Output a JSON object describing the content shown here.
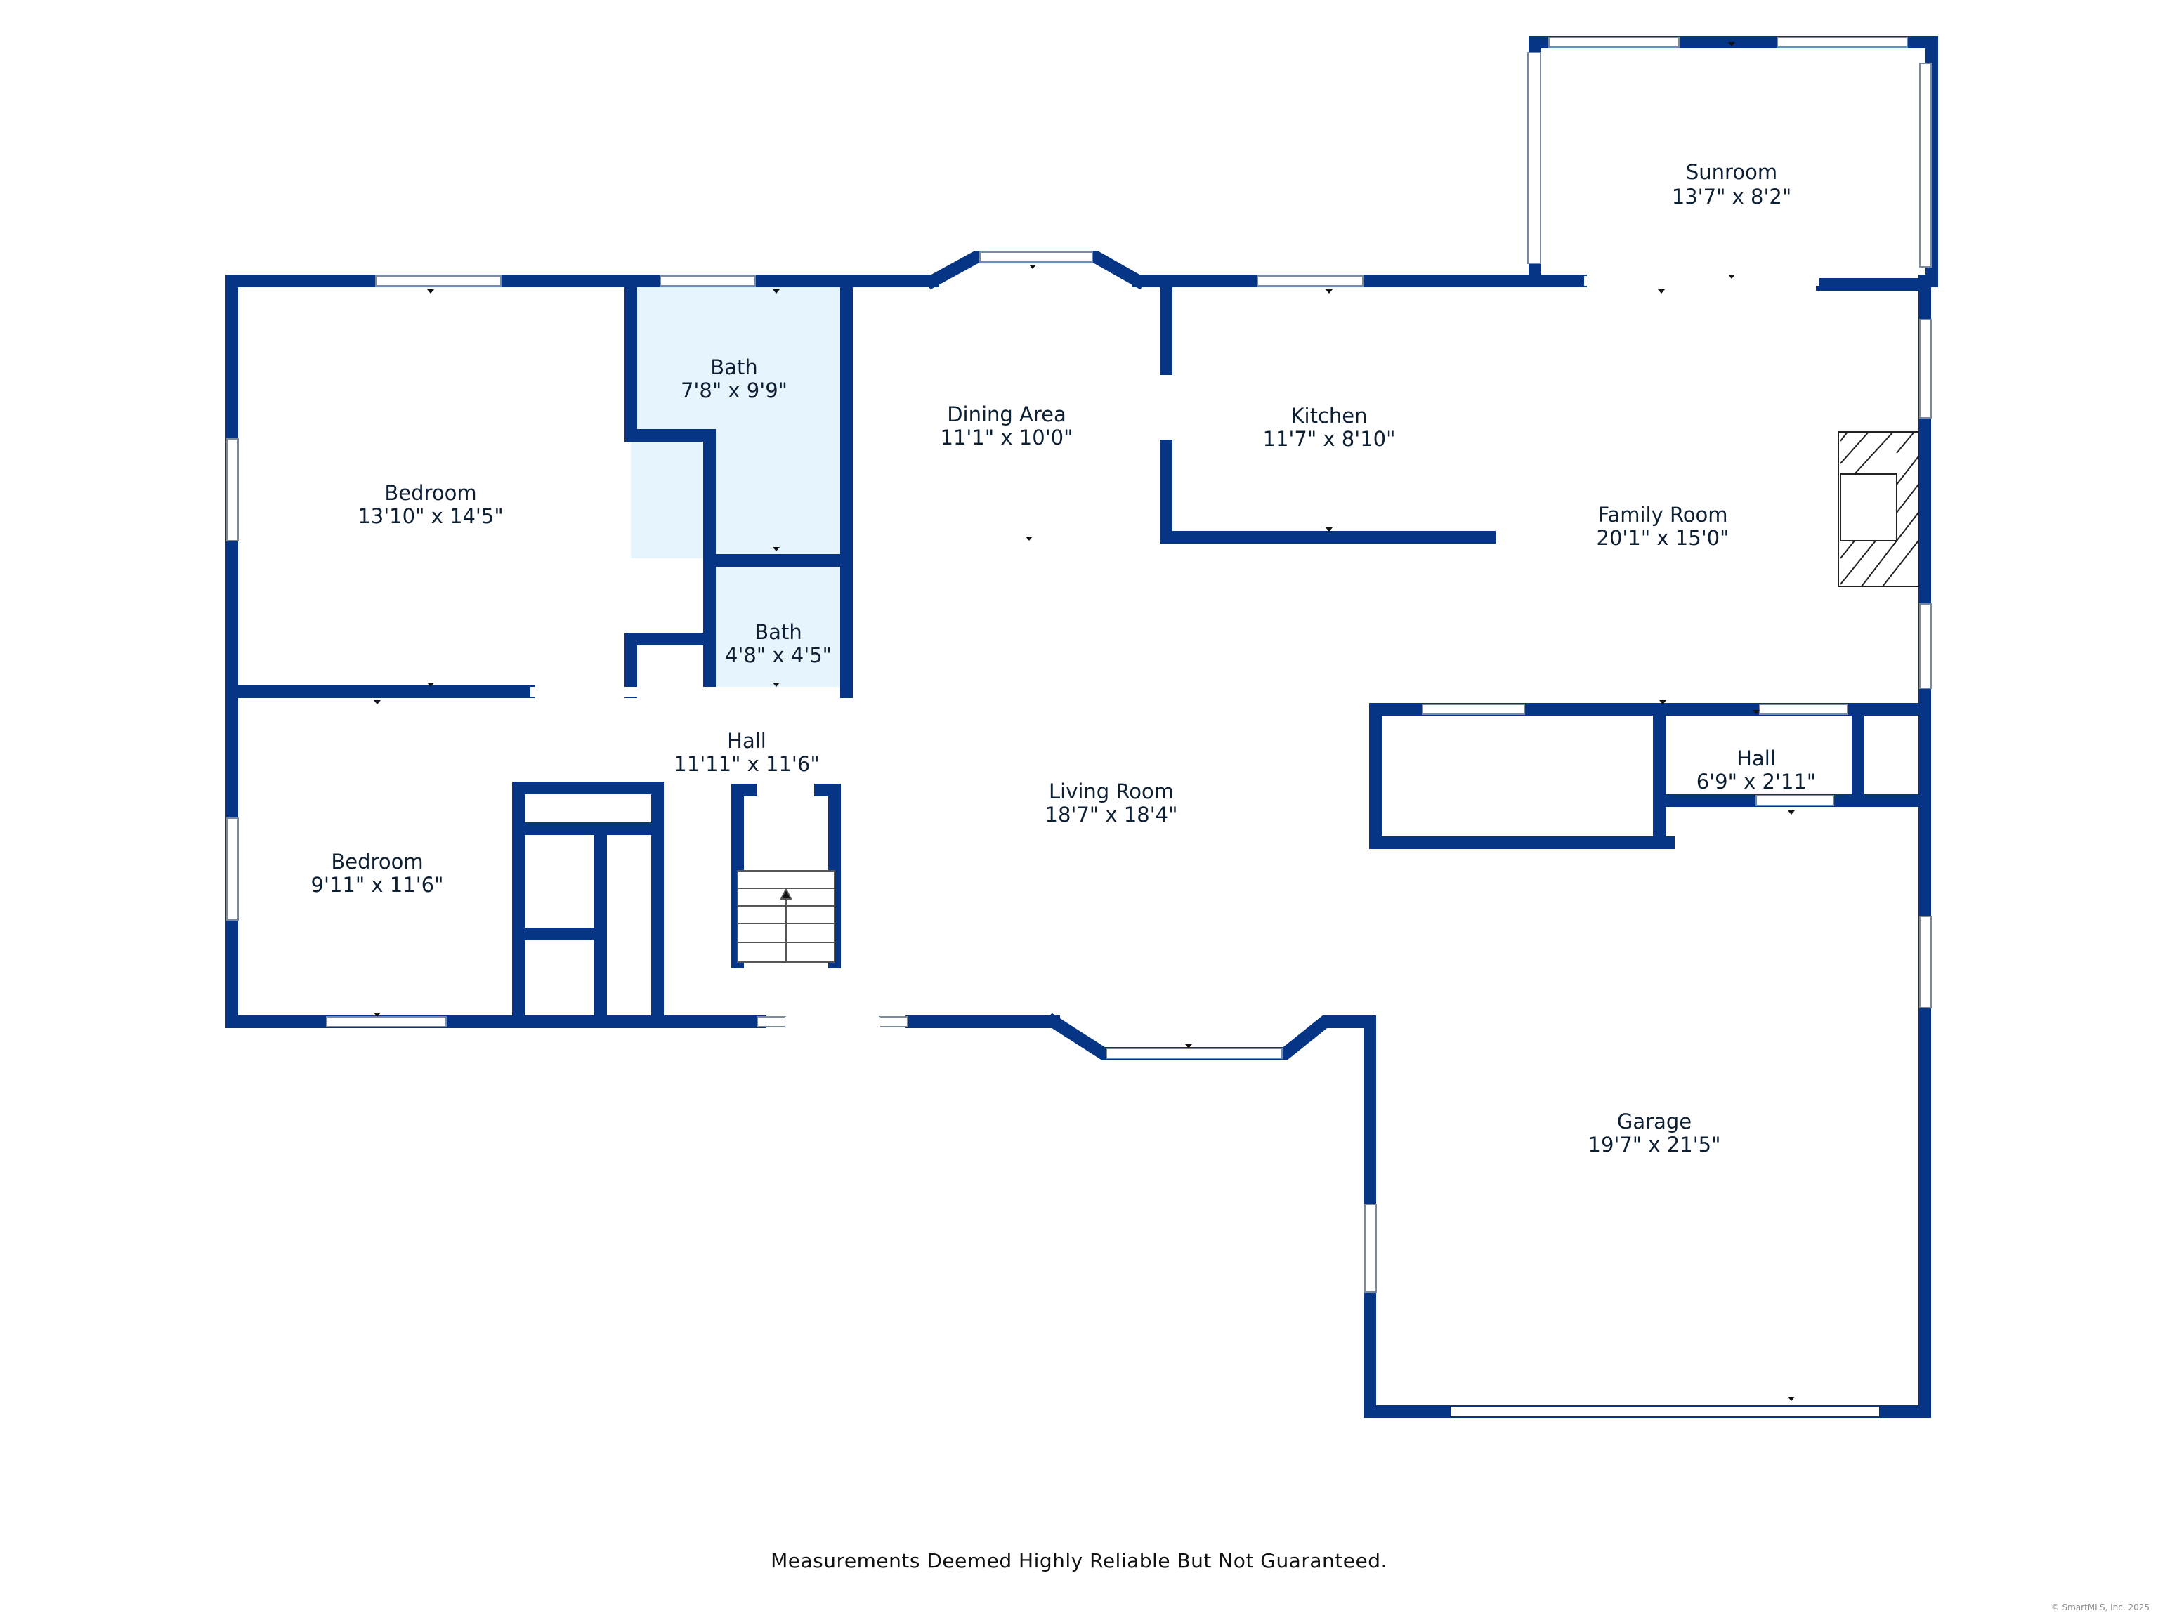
{
  "colors": {
    "wall": "#053584",
    "bath_fill": "#e6f4fd",
    "window": "#ffffff",
    "text": "#0d1f33"
  },
  "rooms": {
    "sunroom": {
      "name": "Sunroom",
      "dim": "13'7\" x 8'2\""
    },
    "bath1": {
      "name": "Bath",
      "dim": "7'8\" x 9'9\""
    },
    "dining": {
      "name": "Dining Area",
      "dim": "11'1\" x 10'0\""
    },
    "kitchen": {
      "name": "Kitchen",
      "dim": "11'7\" x 8'10\""
    },
    "bedroom1": {
      "name": "Bedroom",
      "dim": "13'10\" x 14'5\""
    },
    "family": {
      "name": "Family Room",
      "dim": "20'1\" x 15'0\""
    },
    "bath2": {
      "name": "Bath",
      "dim": "4'8\" x 4'5\""
    },
    "hall1": {
      "name": "Hall",
      "dim": "11'11\" x 11'6\""
    },
    "hall2": {
      "name": "Hall",
      "dim": "6'9\" x 2'11\""
    },
    "living": {
      "name": "Living Room",
      "dim": "18'7\" x 18'4\""
    },
    "bedroom2": {
      "name": "Bedroom",
      "dim": "9'11\" x 11'6\""
    },
    "garage": {
      "name": "Garage",
      "dim": "19'7\" x 21'5\""
    }
  },
  "footer": {
    "disclaimer": "Measurements Deemed Highly Reliable But Not Guaranteed.",
    "copyright": "© SmartMLS, Inc. 2025"
  }
}
